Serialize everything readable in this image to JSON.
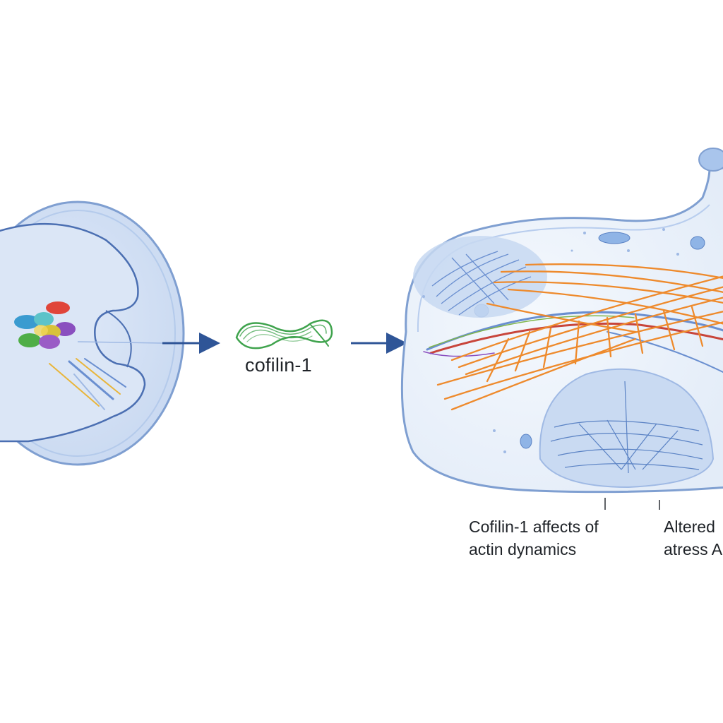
{
  "protein": {
    "name": "cofilin-1"
  },
  "captions": {
    "effect_line1": "Cofilin-1 affects of",
    "effect_line2": "actin dynamics",
    "altered_line1": "Altered",
    "altered_line2": "atress A"
  },
  "colors": {
    "cell_fill": "#e6eef9",
    "cell_outline": "#5a7fc0",
    "arrow": "#2f5597",
    "cofilin_ribbon": "#3fa34d",
    "actin_fibers": "#ee8a2c",
    "microtubule": "#c8453b"
  },
  "icons": [
    "protein-cluster-icon",
    "cofilin-ribbon-icon",
    "actin-fiber-icon"
  ]
}
